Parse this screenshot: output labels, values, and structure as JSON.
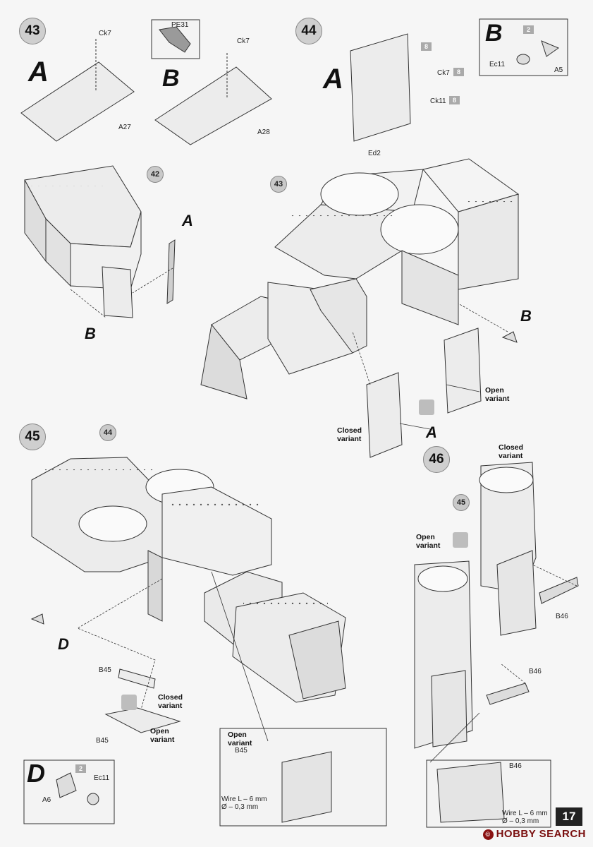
{
  "steps": {
    "s43": "43",
    "s44": "44",
    "s45": "45",
    "s46": "46"
  },
  "callouts": {
    "c42": "42",
    "c43": "43",
    "c44": "44",
    "c45": "45"
  },
  "letters": {
    "A": "A",
    "B": "B",
    "D": "D"
  },
  "parts": {
    "ck7": "Ck7",
    "a27": "A27",
    "pe31": "PE31",
    "a28": "A28",
    "ed2": "Ed2",
    "ck11": "Ck11",
    "ec11": "Ec11",
    "a5": "A5",
    "b45": "B45",
    "b46": "B46",
    "a6": "A6"
  },
  "quantities": {
    "eight": "8",
    "two": "2"
  },
  "variants": {
    "open_l1": "Open",
    "open_l2": "variant",
    "closed_l1": "Closed",
    "closed_l2": "variant"
  },
  "wire": {
    "length": "Wire L – 6 mm",
    "diameter": "Ø – 0,3 mm"
  },
  "page_number": "17",
  "watermark": "HOBBY SEARCH",
  "watermark_mark": "©"
}
